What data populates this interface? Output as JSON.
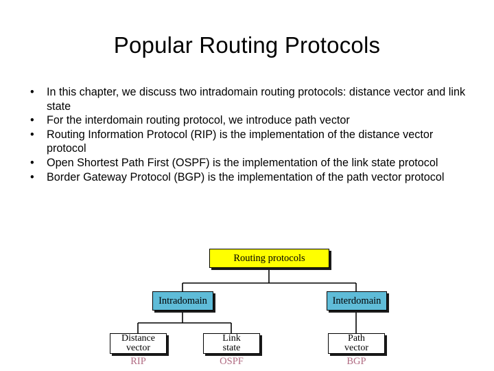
{
  "slide": {
    "title": "Popular Routing Protocols",
    "background_color": "#ffffff",
    "bullets": [
      {
        "marker": "•",
        "text": "In this chapter, we discuss two intradomain routing protocols: distance vector and link state"
      },
      {
        "marker": "•",
        "text": "For the interdomain routing protocol, we introduce path vector"
      },
      {
        "marker": "•",
        "text": "Routing Information Protocol (RIP) is the implementation of the distance vector protocol"
      },
      {
        "marker": "•",
        "text": "Open Shortest Path First (OSPF) is the implementation of the link state protocol"
      },
      {
        "marker": "•",
        "text": "Border Gateway Protocol (BGP) is the implementation of the path vector protocol"
      }
    ]
  },
  "diagram": {
    "type": "tree",
    "colors": {
      "root_fill": "#ffff00",
      "mid_fill": "#5fbcd8",
      "leaf_fill": "#ffffff",
      "border": "#000000",
      "shadow": "#1a1a1a",
      "protocol_label": "#b06b82"
    },
    "nodes": {
      "root": "Routing protocols",
      "intradomain": "Intradomain",
      "interdomain": "Interdomain",
      "distance_vector_line1": "Distance",
      "distance_vector_line2": "vector",
      "link_state_line1": "Link",
      "link_state_line2": "state",
      "path_vector_line1": "Path",
      "path_vector_line2": "vector"
    },
    "protocol_labels": {
      "rip": "RIP",
      "ospf": "OSPF",
      "bgp": "BGP"
    }
  }
}
